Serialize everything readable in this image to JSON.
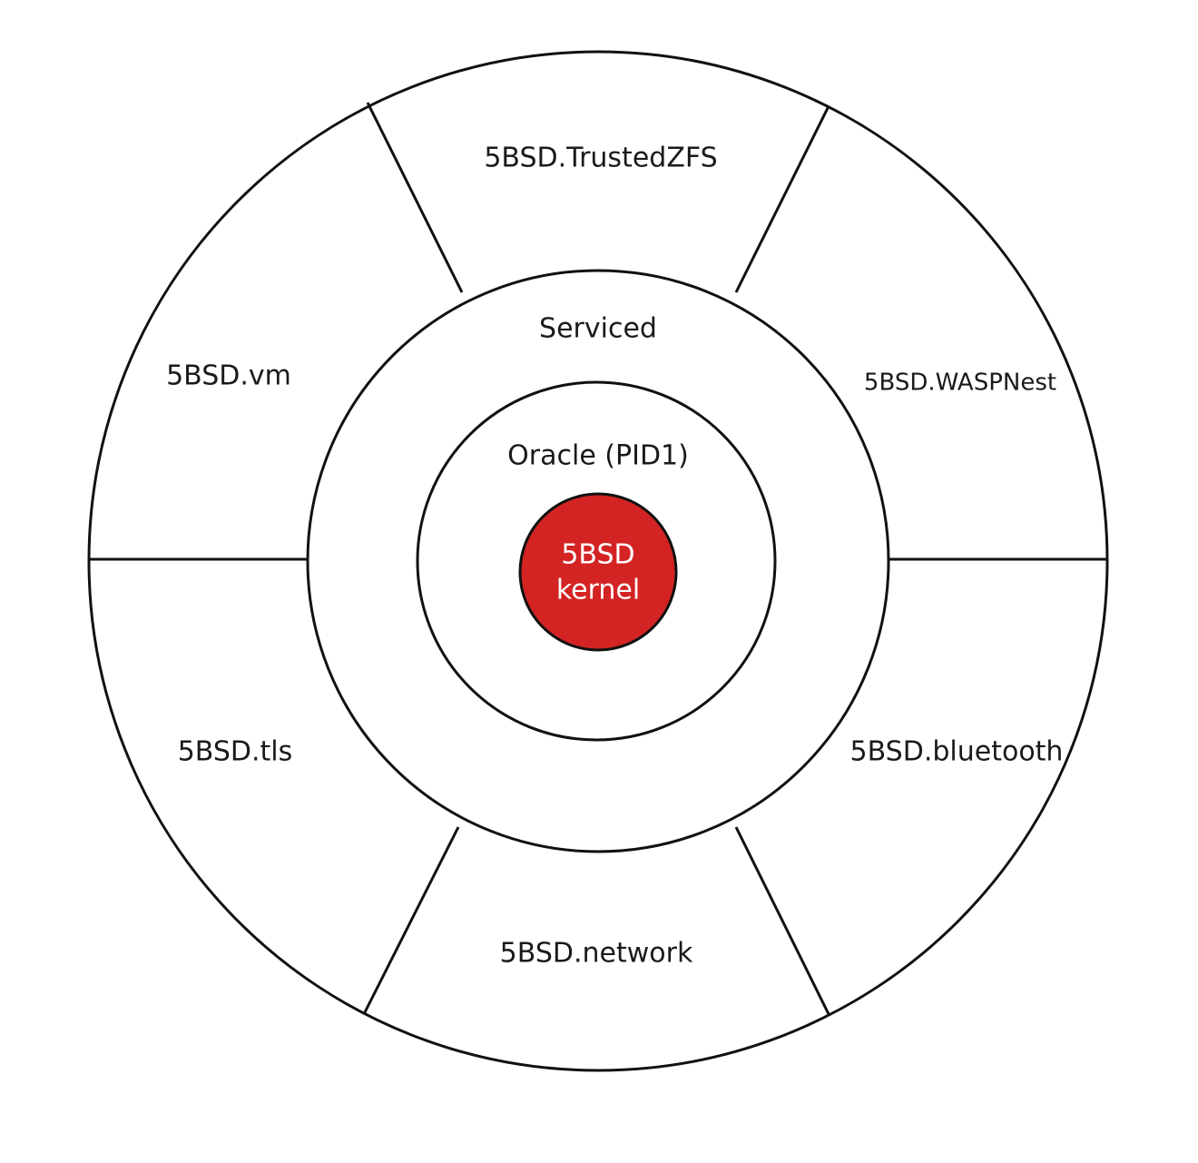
{
  "diagram": {
    "core": {
      "line1": "5BSD",
      "line2": "kernel",
      "color": "#d42323"
    },
    "inner_ring": {
      "label": "Oracle (PID1)"
    },
    "middle_ring": {
      "label": "Serviced"
    },
    "outer_ring": {
      "segments": [
        {
          "label": "5BSD.TrustedZFS"
        },
        {
          "label": "5BSD.WASPNest"
        },
        {
          "label": "5BSD.bluetooth"
        },
        {
          "label": "5BSD.network"
        },
        {
          "label": "5BSD.tls"
        },
        {
          "label": "5BSD.vm"
        }
      ]
    },
    "line_color": "#111111"
  }
}
